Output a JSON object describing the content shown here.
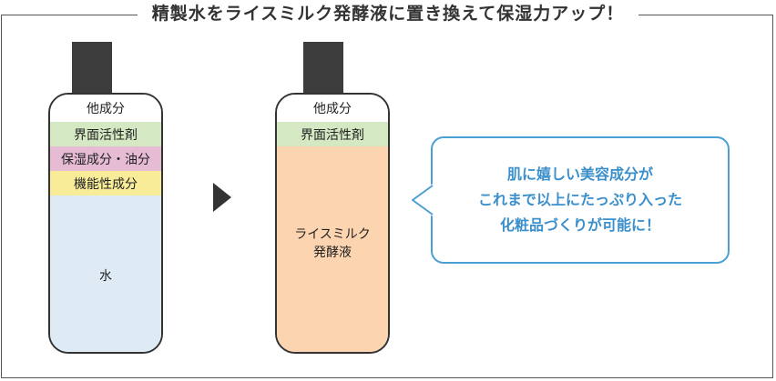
{
  "title": "精製水をライスミルク発酵液に置き換えて保湿力アップ！",
  "before_bottle": {
    "layers": [
      "他成分",
      "界面活性剤",
      "保湿成分・油分",
      "機能性成分",
      "水"
    ]
  },
  "after_bottle": {
    "layers": [
      "他成分",
      "界面活性剤"
    ],
    "main_line1": "ライスミルク",
    "main_line2": "発酵液"
  },
  "bubble": {
    "line1": "肌に嬉しい美容成分が",
    "line2": "これまで以上にたっぷり入った",
    "line3": "化粧品づくりが可能に！"
  },
  "colors": {
    "white_layer": "#ffffff",
    "surfactant_layer": "#d4e8c3",
    "moisturizer_layer": "#e6bcd5",
    "functional_layer": "#f8ec99",
    "water_layer": "#deebf5",
    "rice_milk_layer": "#fcd5b0",
    "bubble_accent": "#3b8fcb"
  }
}
